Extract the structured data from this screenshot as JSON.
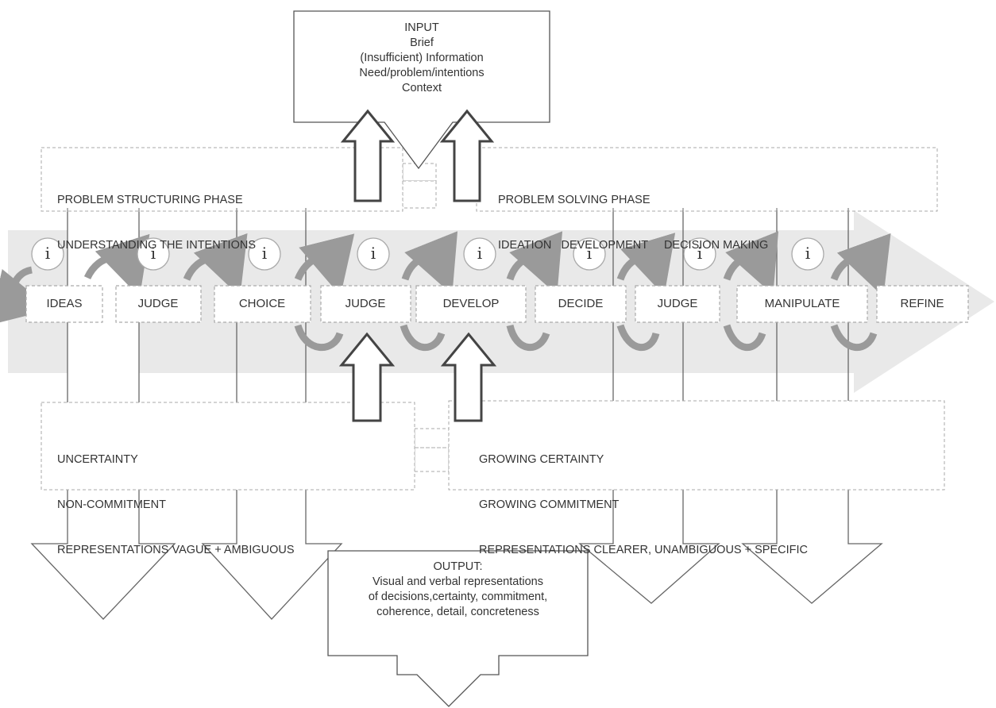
{
  "input_box": {
    "lines": [
      "INPUT",
      "Brief",
      "(Insufficient) Information",
      "Need/problem/intentions",
      "Context"
    ]
  },
  "output_box": {
    "lines": [
      "OUTPUT:",
      "Visual and verbal representations",
      "of decisions,certainty, commitment,",
      "coherence, detail, concreteness"
    ]
  },
  "problem_structuring": {
    "line1": "PROBLEM STRUCTURING PHASE",
    "line2": "UNDERSTANDING THE INTENTIONS"
  },
  "problem_solving": {
    "line1": "PROBLEM SOLVING PHASE",
    "line2": "IDEATION   DEVELOPMENT     DECISION MAKING"
  },
  "uncertainty": {
    "line1": "UNCERTAINTY",
    "line2": "NON-COMMITMENT",
    "line3": "REPRESENTATIONS VAGUE + AMBIGUOUS"
  },
  "certainty": {
    "line1": "GROWING CERTAINTY",
    "line2": "GROWING COMMITMENT",
    "line3": "REPRESENTATIONS CLEARER, UNAMBIGUOUS + SPECIFIC"
  },
  "steps": [
    "IDEAS",
    "JUDGE",
    "CHOICE",
    "JUDGE",
    "DEVELOP",
    "DECIDE",
    "JUDGE",
    "MANIPULATE",
    "REFINE"
  ],
  "info_symbol": "i",
  "colors": {
    "main_arrow": "#e8e8e8",
    "loop_arrow": "#9a9a9a",
    "outline": "#444444",
    "dashed": "#aaaaaa"
  }
}
